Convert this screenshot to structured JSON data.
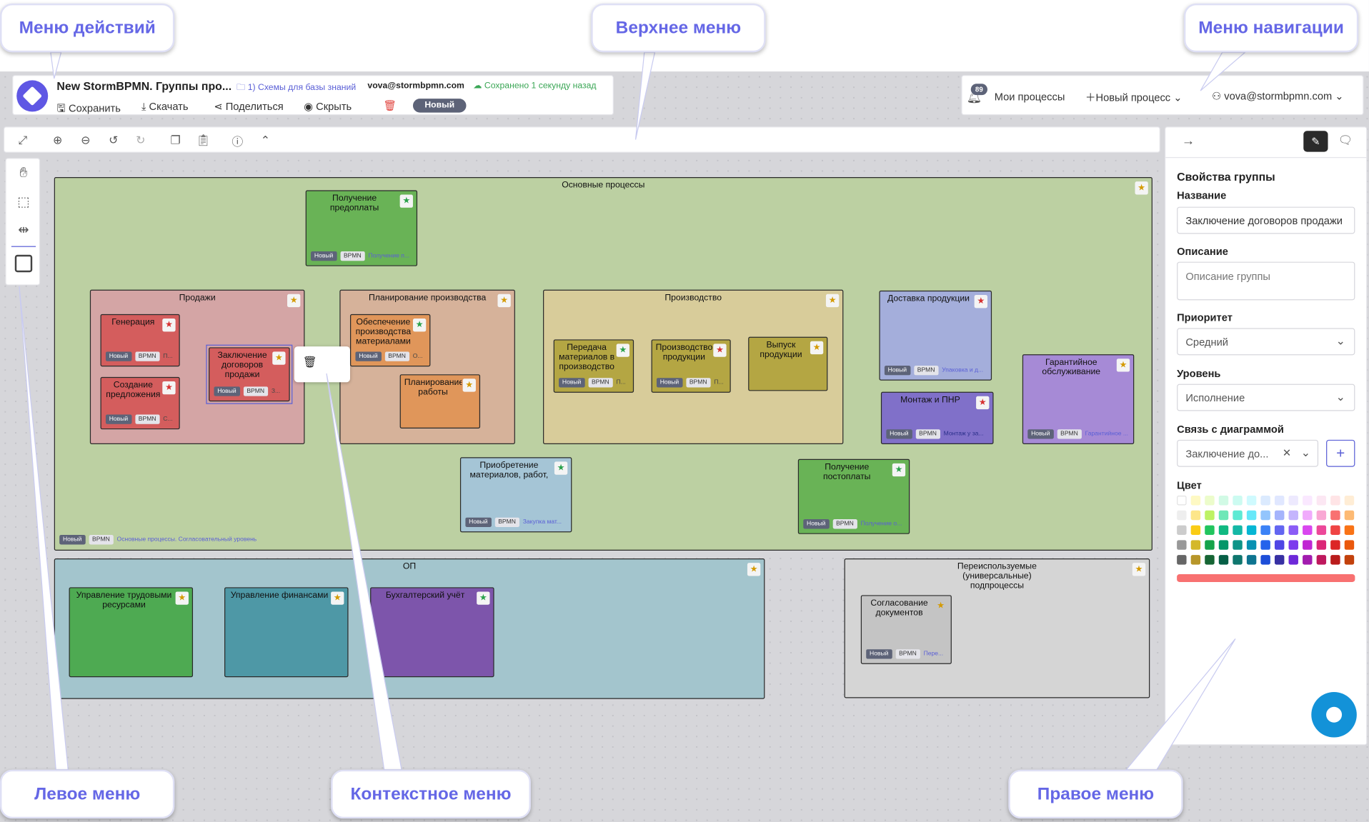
{
  "header": {
    "title": "New StormBPMN. Группы про...",
    "folder": "1) Схемы для базы знаний",
    "user": "vova@stormbpmn.com",
    "saved": "Сохранено 1 секунду назад",
    "actions": {
      "save": "Сохранить",
      "download": "Скачать",
      "share": "Поделиться",
      "hide": "Скрыть",
      "status": "Новый"
    }
  },
  "nav": {
    "notifications": "89",
    "my_processes": "Мои процессы",
    "new_process": "Новый процесс",
    "user": "vova@stormbpmn.com"
  },
  "callouts": {
    "actions_menu": "Меню действий",
    "top_menu": "Верхнее меню",
    "nav_menu": "Меню навигации",
    "left_menu": "Левое меню",
    "context_menu": "Контекстное меню",
    "right_menu": "Правое меню"
  },
  "tags": {
    "new": "Новый",
    "bpmn": "BPMN"
  },
  "groups": {
    "main": {
      "title": "Основные процессы",
      "link": "Основные процессы. Согласовательный уровень"
    },
    "sales": {
      "title": "Продажи"
    },
    "planning": {
      "title": "Планирование производства"
    },
    "production": {
      "title": "Производство"
    },
    "op": {
      "title": "ОП"
    },
    "reusable": {
      "title": "Переиспользуемые (универсальные) подпроцессы"
    }
  },
  "processes": {
    "prepay": {
      "title": "Получение предоплаты",
      "link": "Получение п..."
    },
    "lead": {
      "title": "Генерация лидов",
      "link": "П..."
    },
    "offer": {
      "title": "Создание предложения",
      "link": "С..."
    },
    "contract": {
      "title": "Заключение договоров продажи",
      "link": "З..."
    },
    "supply": {
      "title": "Обеспечение производства материалами",
      "link": "О..."
    },
    "staff": {
      "title": "Планирование работы персонала"
    },
    "transfer": {
      "title": "Передача материалов в производство",
      "link": "П..."
    },
    "make": {
      "title": "Производство продукции",
      "link": "П..."
    },
    "release": {
      "title": "Выпуск продукции"
    },
    "delivery": {
      "title": "Доставка продукции",
      "link": "Упаковка и д..."
    },
    "mount": {
      "title": "Монтаж и ПНР",
      "link": "Монтаж у за..."
    },
    "warranty": {
      "title": "Гарантийное обслуживание",
      "link": "Гарантийное ..."
    },
    "buy": {
      "title": "Приобретение материалов, работ, услуг",
      "link": "Закупка мат..."
    },
    "postpay": {
      "title": "Получение постоплаты",
      "link": "Получение о..."
    },
    "hr": {
      "title": "Управление трудовыми ресурсами"
    },
    "finance": {
      "title": "Управление финансами"
    },
    "accounting": {
      "title": "Бухгалтерский учёт"
    },
    "approve": {
      "title": "Согласование документов",
      "link": "Пере..."
    }
  },
  "props": {
    "heading": "Свойства группы",
    "name_label": "Название",
    "name_value": "Заключение договоров продажи",
    "desc_label": "Описание",
    "desc_placeholder": "Описание группы",
    "priority_label": "Приоритет",
    "priority_value": "Средний",
    "level_label": "Уровень",
    "level_value": "Исполнение",
    "link_label": "Связь с диаграммой",
    "link_value": "Заключение до...",
    "color_label": "Цвет",
    "selected_color": "#f87171"
  },
  "palette": [
    [
      "#ffffff",
      "#fef9c3",
      "#ecfccb",
      "#d1fae5",
      "#ccfbf1",
      "#cffafe",
      "#dbeafe",
      "#e0e7ff",
      "#ede9fe",
      "#fae8ff",
      "#fce7f3",
      "#ffe4e6",
      "#ffedd5"
    ],
    [
      "#eeeeee",
      "#fde68a",
      "#bef264",
      "#6ee7b7",
      "#5eead4",
      "#67e8f9",
      "#93c5fd",
      "#a5b4fc",
      "#c4b5fd",
      "#f0abfc",
      "#f9a8d4",
      "#f87171",
      "#fdba74"
    ],
    [
      "#cccccc",
      "#facc15",
      "#22c55e",
      "#10b981",
      "#14b8a6",
      "#06b6d4",
      "#3b82f6",
      "#6366f1",
      "#8b5cf6",
      "#d946ef",
      "#ec4899",
      "#ef4444",
      "#f97316"
    ],
    [
      "#999999",
      "#d4b82a",
      "#16a34a",
      "#059669",
      "#0d9488",
      "#0891b2",
      "#2563eb",
      "#4f46e5",
      "#7c3aed",
      "#c026d3",
      "#db2777",
      "#dc2626",
      "#ea580c"
    ],
    [
      "#666666",
      "#b7962a",
      "#166534",
      "#065f46",
      "#0f766e",
      "#0e7490",
      "#1d4ed8",
      "#3730a3",
      "#6d28d9",
      "#a21caf",
      "#be185d",
      "#b91c1c",
      "#c2410c"
    ]
  ]
}
